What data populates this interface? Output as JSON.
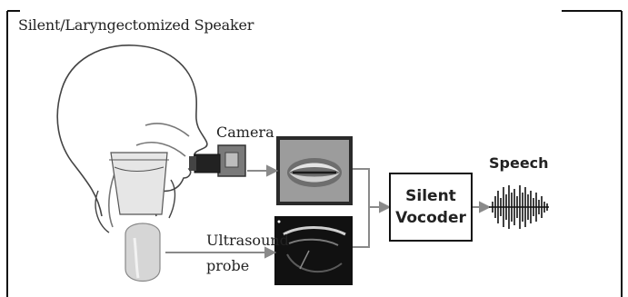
{
  "labels": {
    "title": "Silent/Laryngectomized Speaker",
    "camera": "Camera",
    "ultrasound_line1": "Ultrasound",
    "ultrasound_line2": "probe",
    "vocoder_line1": "Silent",
    "vocoder_line2": "Vocoder",
    "speech": "Speech"
  },
  "colors": {
    "arrow": "#8a8a8a",
    "line": "#333333",
    "box_border": "#111111",
    "probe": "#d6d6d6",
    "neck_fill": "#e6e6e6"
  }
}
